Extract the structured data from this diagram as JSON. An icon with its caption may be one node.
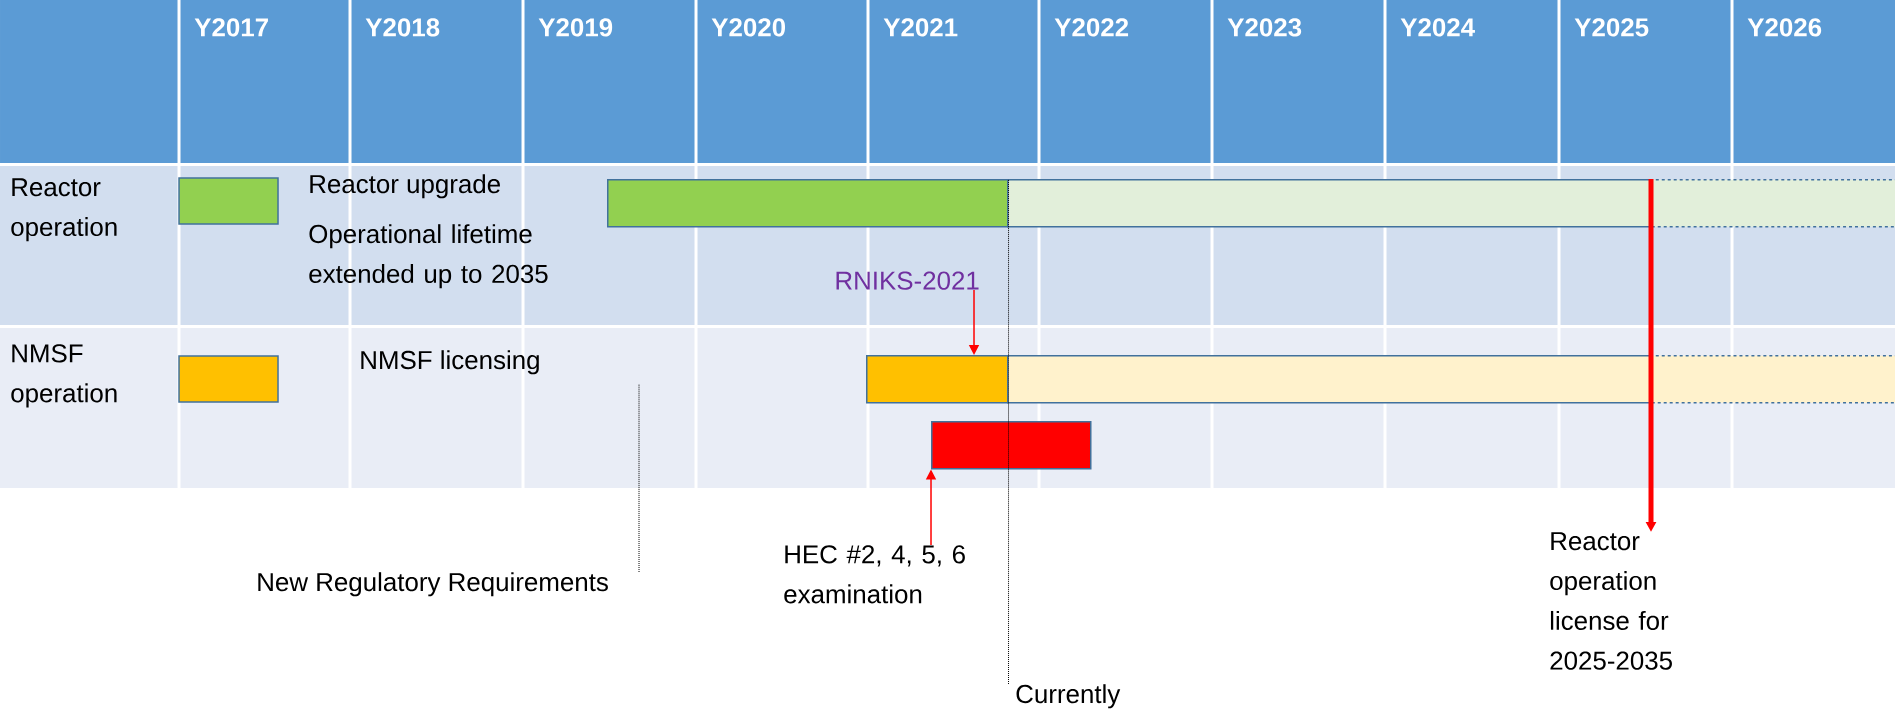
{
  "diagram": {
    "nodes": [
      {
        "text": [],
        "shape": "bar"
      },
      {
        "text": [],
        "shape": "bar"
      },
      {
        "text": [],
        "shape": "bar"
      },
      {
        "text": [],
        "shape": "bar"
      },
      {
        "text": [],
        "shape": "bar"
      },
      {
        "text": [],
        "shape": "bar"
      },
      {
        "text": [],
        "shape": "bar"
      },
      {
        "text": [
          "RNIKS-2021"
        ]
      },
      {
        "text": [
          "HEC #2, 4, 5, 6 examination"
        ]
      },
      {
        "text": [
          "Reactor operation license for 2025-2035"
        ]
      },
      {
        "text": [
          "New Regulatory Requirements"
        ]
      },
      {
        "text": [
          "Currently"
        ]
      }
    ],
    "edges": [
      {
        "from": 7,
        "to": 3,
        "arrow": "to",
        "color": "#ff0000"
      },
      {
        "from": 8,
        "to": 6,
        "arrow": "to",
        "color": "#ff0000"
      },
      {
        "from": 2,
        "to": 9,
        "arrow": "to",
        "style": "thick",
        "color": "#ff0000"
      },
      {
        "from": 10,
        "to": null,
        "arrow": "none",
        "style": "dashed",
        "color": "#000000"
      },
      {
        "from": 11,
        "to": 0,
        "arrow": "none",
        "style": "dashed",
        "color": "#000000"
      }
    ],
    "labels": [
      "Y2017",
      "Y2018",
      "Y2019",
      "Y2020",
      "Y2021",
      "Y2022",
      "Y2023",
      "Y2024",
      "Y2025",
      "Y2026",
      "Reactor operation",
      "Operational lifetime extended up to 2035",
      "NMSF operation"
    ],
    "legend": [
      {
        "text": "Reactor upgrade",
        "color": "#92d050"
      },
      {
        "text": "NMSF licensing",
        "color": "#ffc000"
      }
    ]
  }
}
